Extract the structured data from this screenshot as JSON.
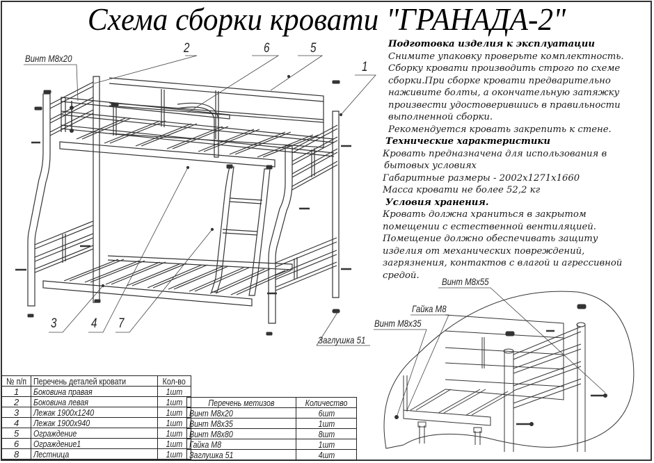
{
  "title": "Схема сборки кровати \"ГРАНАДА-2\"",
  "instructions": {
    "prep_heading": "Подготовка изделия к эксплуатации",
    "prep_lines": [
      "Снимите упаковку проверьте комплектность.",
      "Сборку кровати производить строго по схеме",
      "сборки.При сборке кровати  предварительно",
      "наживите  болты, а окончательную затяжку",
      "произвести удостоверившись в правильности",
      "выполненной сборки.",
      "Рекомендуется кровать закрепить к стене."
    ],
    "tech_heading": "Технические характеристики",
    "tech_lines": [
      "Кровать предназначена для использования в",
      "бытовых условиях",
      "Габаритные размеры - 2002х1271х1660",
      "Масса кровати не более 52,2 кг"
    ],
    "storage_heading": "Условия хранения.",
    "storage_lines": [
      "Кровать должна храниться в закрытом",
      "помещении с естественной вентиляцией.",
      "Помещение должно обеспечивать защиту",
      "изделия от механических повреждений,",
      "загрязнения, контактов с влагой и агрессивной",
      "средой."
    ]
  },
  "callouts": {
    "screw_m8x20": "Винт М8х20",
    "screw_m8x55": "Винт М8х55",
    "nut_m8": "Гайка М8",
    "screw_m8x35": "Винт М8х35",
    "plug_51": "Заглушка 51",
    "n1": "1",
    "n2": "2",
    "n3": "3",
    "n4": "4",
    "n5": "5",
    "n6": "6",
    "n7": "7"
  },
  "parts_table": {
    "headers": [
      "№ п/п",
      "Перечень деталей кровати",
      "Кол-во"
    ],
    "rows": [
      {
        "n": "1",
        "name": "Боковина правая",
        "qty": "1шт"
      },
      {
        "n": "2",
        "name": "Боковина левая",
        "qty": "1шт"
      },
      {
        "n": "3",
        "name": "Лежак 1900х1240",
        "qty": "1шт"
      },
      {
        "n": "4",
        "name": "Лежак 1900х940",
        "qty": "1шт"
      },
      {
        "n": "5",
        "name": "Ограждение",
        "qty": "1шт"
      },
      {
        "n": "6",
        "name": "Ограждение1",
        "qty": "1шт"
      },
      {
        "n": "8",
        "name": "Лестница",
        "qty": "1шт"
      }
    ]
  },
  "hardware_table": {
    "headers": [
      "Перечень метизов",
      "Количество"
    ],
    "rows": [
      {
        "name": "Винт М8х20",
        "qty": "6шт"
      },
      {
        "name": "Винт М8х35",
        "qty": "1шт"
      },
      {
        "name": "Винт М8х80",
        "qty": "8шт"
      },
      {
        "name": "Гайка М8",
        "qty": "1шт"
      },
      {
        "name": "Заглушка 51",
        "qty": "4шт"
      }
    ]
  }
}
